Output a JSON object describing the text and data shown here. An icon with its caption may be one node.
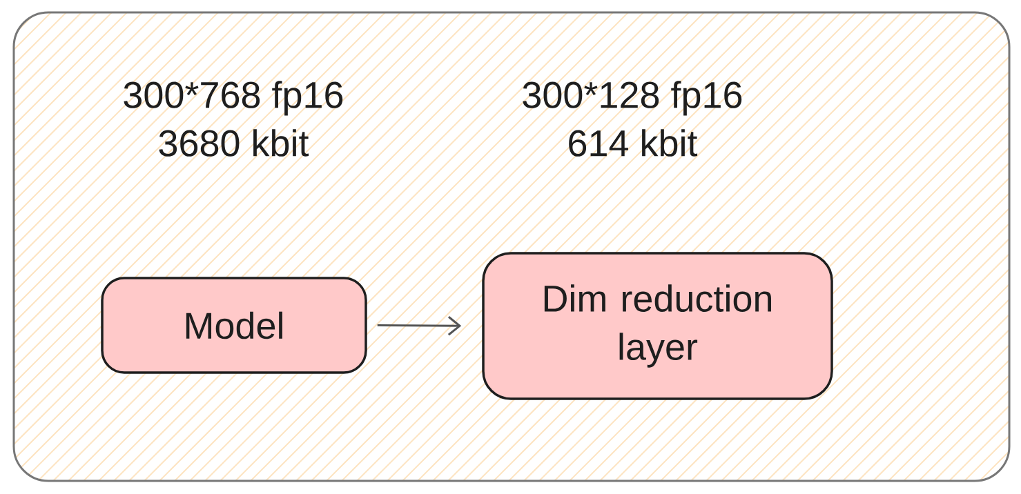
{
  "diagram": {
    "nodes": [
      {
        "text": [],
        "shape": "box"
      },
      {
        "text": [
          "Model"
        ],
        "in": 0
      },
      {
        "text": [
          "Dim reduction layer"
        ],
        "in": 0
      }
    ],
    "edges": [
      {
        "from": 1,
        "to": 2,
        "arrow": "to"
      }
    ],
    "labels": [
      "300*768 fp16 3680 kbit",
      "300*128 fp16 614 kbit"
    ]
  }
}
